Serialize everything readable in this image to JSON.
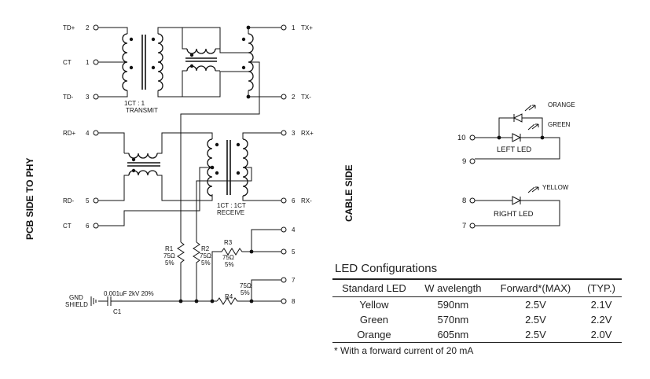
{
  "left_side_label": "PCB SIDE TO PHY",
  "right_side_label": "CABLE SIDE",
  "transmit": {
    "pins_left": [
      {
        "name": "TD+",
        "num": "2"
      },
      {
        "name": "CT",
        "num": "1"
      },
      {
        "name": "TD-",
        "num": "3"
      }
    ],
    "pins_right": [
      {
        "num": "1",
        "name": "TX+"
      },
      {
        "num": "2",
        "name": "TX-"
      }
    ],
    "ratio": "1CT : 1",
    "caption": "TRANSMIT"
  },
  "receive": {
    "pins_left": [
      {
        "name": "RD+",
        "num": "4"
      },
      {
        "name": "RD-",
        "num": "5"
      },
      {
        "name": "CT",
        "num": "6"
      }
    ],
    "pins_right": [
      {
        "num": "3",
        "name": "RX+"
      },
      {
        "num": "6",
        "name": "RX-"
      }
    ],
    "ratio": "1CT : 1CT",
    "caption": "RECEIVE"
  },
  "resistors": [
    {
      "ref": "R1",
      "value": "75Ω",
      "tol": "5%"
    },
    {
      "ref": "R2",
      "value": "75Ω",
      "tol": "5%"
    },
    {
      "ref": "R3",
      "value": "75Ω",
      "tol": "5%"
    },
    {
      "ref": "R4",
      "value": "75Ω",
      "tol": "5%"
    }
  ],
  "bottom_pins": [
    "4",
    "5",
    "7",
    "8"
  ],
  "capacitor": {
    "ref": "C1",
    "spec": "0.001uF  2kV  20%"
  },
  "gnd_label": [
    "GND",
    "SHIELD"
  ],
  "leds": {
    "pins": [
      "10",
      "9",
      "8",
      "7"
    ],
    "left_label": "LEFT LED",
    "right_label": "RIGHT LED",
    "colors": [
      "ORANGE",
      "GREEN",
      "YELLOW"
    ]
  },
  "led_table": {
    "title": "LED Configurations",
    "headers": [
      "Standard LED",
      "W avelength",
      "Forward*(MAX)",
      "(TYP.)"
    ],
    "rows": [
      [
        "Yellow",
        "590nm",
        "2.5V",
        "2.1V"
      ],
      [
        "Green",
        "570nm",
        "2.5V",
        "2.2V"
      ],
      [
        "Orange",
        "605nm",
        "2.5V",
        "2.0V"
      ]
    ],
    "note": "* With a forward current of 20 mA"
  }
}
